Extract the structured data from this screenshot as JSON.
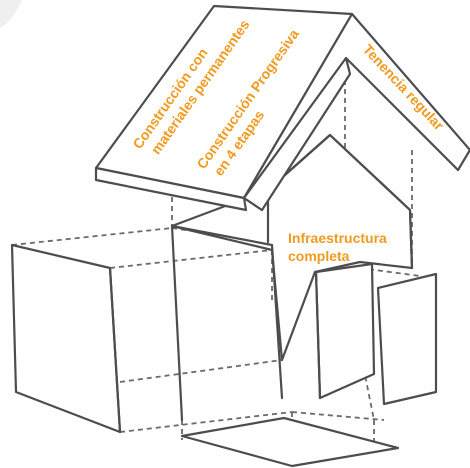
{
  "accent_color": "#f29a1f",
  "labels": {
    "permanent_materials": [
      "Construcción con",
      "materiales permanentes"
    ],
    "progressive": [
      "Construcción Progresiva",
      "en 4 etapas"
    ],
    "tenure": [
      "Tenencia regular"
    ],
    "infrastructure": [
      "Infraestructura",
      "completa"
    ]
  }
}
